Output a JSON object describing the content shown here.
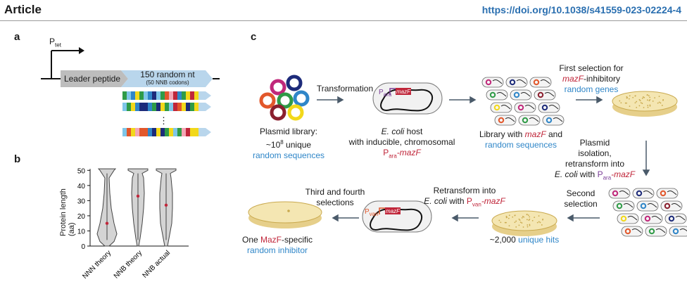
{
  "header": {
    "title": "Article",
    "doi": "https://doi.org/10.1038/s41559-023-02224-4"
  },
  "panel_a": {
    "label": "a",
    "promoter": "P",
    "promoter_sub": "tet",
    "leader": "Leader peptide",
    "random_title": "150 random nt",
    "random_sub": "(50 NNB codons)",
    "ellipsis": "⋮"
  },
  "panel_b": {
    "label": "b",
    "ylabel": "Protein length (aa)",
    "yticks": [
      "0",
      "10",
      "20",
      "30",
      "40",
      "50"
    ],
    "categories": [
      "NNN theory",
      "NNB theory",
      "NNB actual"
    ]
  },
  "panel_c": {
    "label": "c",
    "plasmid_lib_1": "Plasmid library:",
    "plasmid_lib_2a": "~10",
    "plasmid_lib_2sup": "8",
    "plasmid_lib_2b": " unique",
    "plasmid_lib_3": "random sequences",
    "transformation": "Transformation",
    "ecoli_1a": "E. coli",
    "ecoli_1b": " host",
    "ecoli_2": "with inducible, chromosomal",
    "ecoli_3a": "P",
    "ecoli_3sub": "ara",
    "ecoli_3b": "-mazF",
    "lib_1a": "Library with ",
    "lib_1b": "mazF",
    "lib_1c": " and",
    "lib_2": "random sequences",
    "first_1": "First selection for",
    "first_2a": "mazF",
    "first_2b": "-inhibitory",
    "first_3": "random genes",
    "iso_1": "Plasmid",
    "iso_2": "isolation,",
    "iso_3": "retransform into",
    "iso_4a": "E. coli",
    "iso_4b": " with ",
    "iso_4c": "P",
    "iso_4sub": "ara",
    "iso_4d": "-mazF",
    "second_1": "Second",
    "second_2": "selection",
    "hits_1": "~2,000 ",
    "hits_2": "unique hits",
    "ret_1": "Retransform into",
    "ret_2a": "E. coli",
    "ret_2b": " with ",
    "ret_2c": "P",
    "ret_2sub": "van",
    "ret_2d": "-mazF",
    "third_1": "Third and fourth",
    "third_2": "selections",
    "one_1a": "One ",
    "one_1b": "MazF",
    "one_1c": "-specific",
    "one_2": "random inhibitor",
    "para_tag": "P",
    "para_tag_sub": "ara",
    "pvan_tag": "P",
    "pvan_tag_sub": "van",
    "mazf_tag": "mazF"
  },
  "chart_data": {
    "type": "violin",
    "title": "",
    "xlabel": "",
    "ylabel": "Protein length (aa)",
    "ylim": [
      0,
      52
    ],
    "categories": [
      "NNN theory",
      "NNB theory",
      "NNB actual"
    ],
    "means": [
      15,
      33,
      27
    ]
  }
}
